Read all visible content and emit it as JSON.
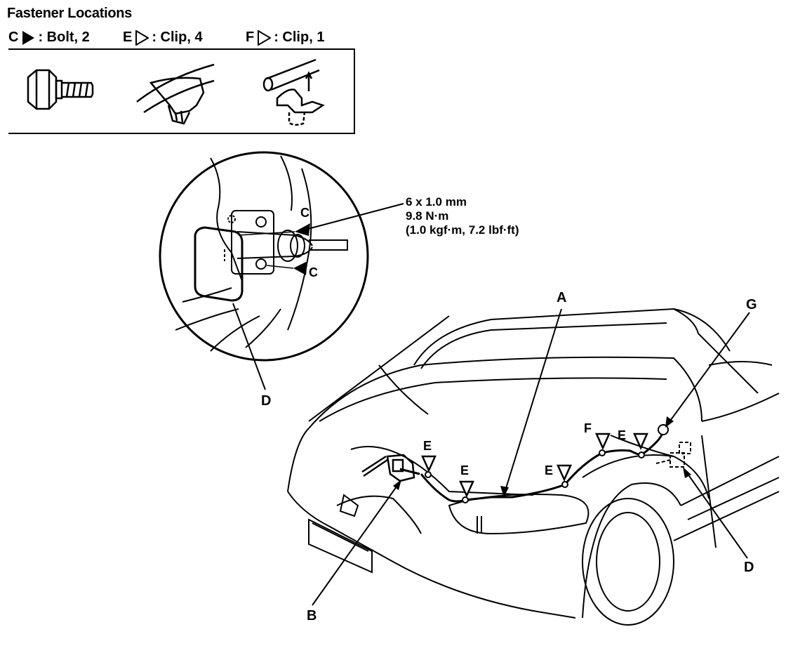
{
  "header": {
    "title": "Fastener Locations"
  },
  "legend": [
    {
      "letter": "C",
      "desc": ": Bolt, 2",
      "symbol": "filled-triangle-icon"
    },
    {
      "letter": "E",
      "desc": ": Clip, 4",
      "symbol": "open-triangle-icon"
    },
    {
      "letter": "F",
      "desc": ": Clip, 1",
      "symbol": "open-triangle-icon"
    }
  ],
  "spec": {
    "size": "6 x 1.0 mm",
    "torque_nm": "9.8 N·m",
    "torque_alt": "(1.0 kgf·m, 7.2 lbf·ft)"
  },
  "labels": {
    "a": "A",
    "b": "B",
    "c1": "C",
    "c2": "C",
    "d1": "D",
    "d2": "D",
    "e1": "E",
    "e2": "E",
    "e3": "E",
    "e4": "E",
    "f": "F",
    "g": "G"
  }
}
